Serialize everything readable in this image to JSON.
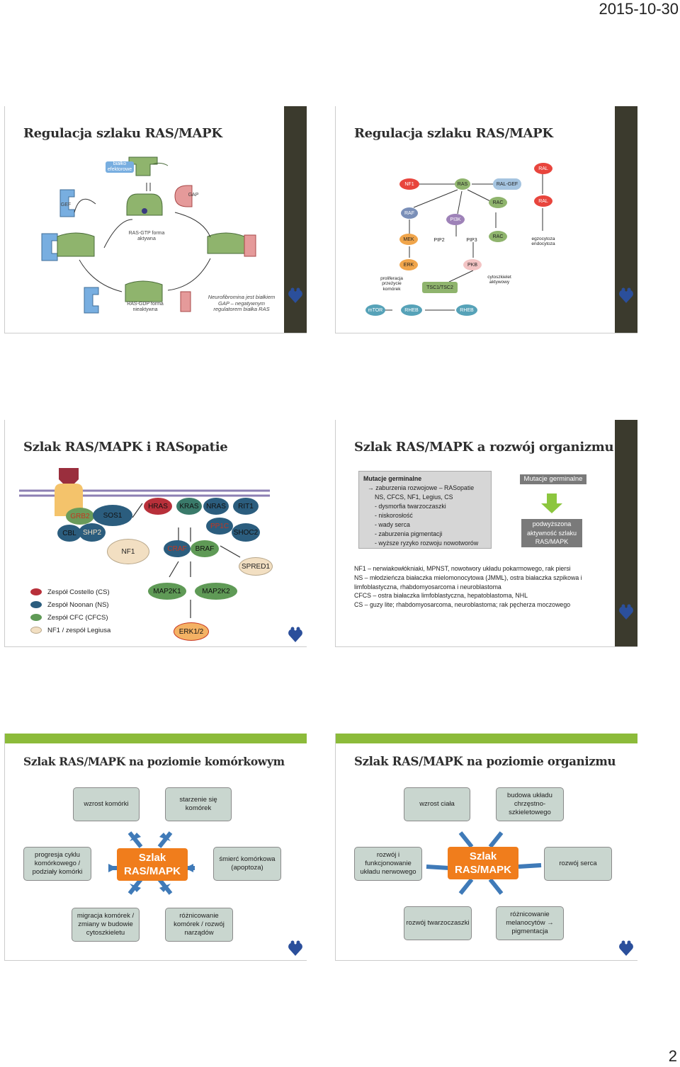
{
  "header": {
    "date": "2015-10-30"
  },
  "footer": {
    "page": "2"
  },
  "slides": {
    "s1": {
      "title": "Regulacja szlaku RAS/MAPK",
      "labels": {
        "effector": "białko efektorowe",
        "gap": "GAP",
        "gef": "GEF",
        "ras_gtp": "RAS-GTP forma aktywna",
        "ras_gdp": "RAS-GDP forma nieaktywna",
        "caption": "Neurofibromina jest białkiem GAP – negatywnym regulatorem białka RAS"
      }
    },
    "s2": {
      "title": "Regulacja szlaku RAS/MAPK",
      "nodes": {
        "nf1": "NF1",
        "ras": "RAS",
        "ral_gef": "RAL-GEF",
        "ral1": "RAL",
        "ral2": "RAL",
        "rac1": "RAC",
        "rac2": "RAC",
        "raf": "RAF",
        "pi3k": "PI3K",
        "mek": "MEK",
        "pip2": "PIP2",
        "pip3": "PIP3",
        "erk": "ERK",
        "pkb": "PKB",
        "tsc": "TSC1/TSC2",
        "mtor": "mTOR",
        "rheb1": "RHEB",
        "rheb2": "RHEB",
        "prolif": "proliferacja przeżycie komórek",
        "cyto": "cytoszkielet aktywowy",
        "endo": "egzocytoza endocytoza"
      }
    },
    "s3": {
      "title": "Szlak RAS/MAPK i RASopatie",
      "nodes": {
        "grb2": "GRB2",
        "sos1": "SOS1",
        "cbl": "CBL",
        "shp2": "SHP2",
        "nf1": "NF1",
        "hras": "HRAS",
        "kras": "KRAS",
        "nras": "NRAS",
        "rit1": "RIT1",
        "pp1c": "PP1C",
        "shoc2": "SHOC2",
        "craf": "CRAF",
        "braf": "BRAF",
        "spred1": "SPRED1",
        "map2k1": "MAP2K1",
        "map2k2": "MAP2K2",
        "erk12": "ERK1/2"
      },
      "legend": [
        {
          "label": "Zespół Costello (CS)",
          "color": "#b8303a"
        },
        {
          "label": "Zespół Noonan (NS)",
          "color": "#2b5d7e"
        },
        {
          "label": "Zespół CFC (CFCS)",
          "color": "#5f9a56"
        },
        {
          "label": "NF1 / zespół Legiusa",
          "color": "#f2dfc2"
        }
      ]
    },
    "s4": {
      "title": "Szlak RAS/MAPK a rozwój organizmu",
      "box_title": "Mutacje germinalne",
      "box_lines": [
        "→ zaburzenia rozwojowe – RASopatie",
        "NS, CFCS, NF1, Legius, CS",
        "- dysmorfia twarzoczaszki",
        "- niskorosłość",
        "- wady serca",
        "- zaburzenia pigmentacji",
        "- wyższe ryzyko rozwoju nowotworów"
      ],
      "tag": "Mutacje germinalne",
      "effect": "podwyższona aktywność szlaku RAS/MAPK",
      "notes": [
        "NF1 – nerwiakowłókniaki, MPNST, nowotwory układu pokarmowego, rak piersi",
        "NS – młodzieńcza białaczka mielomonocytowa (JMML), ostra białaczka szpikowa i limfoblastyczna, rhabdomyosarcoma i neuroblastoma",
        "CFCS – ostra białaczka limfoblastyczna, hepatoblastoma, NHL",
        "CS – guzy lite; rhabdomyosarcoma, neuroblastoma; rak pęcherza moczowego"
      ]
    },
    "s5": {
      "title": "Szlak RAS/MAPK na poziomie komórkowym",
      "center": "Szlak RAS/MAPK",
      "boxes": {
        "top_left": "wzrost komórki",
        "top_right": "starzenie się komórek",
        "mid_left": "progresja cyklu komórkowego / podziały komórki",
        "mid_right": "śmierć komórkowa (apoptoza)",
        "bot_left": "migracja komórek / zmiany w budowie cytoszkieletu",
        "bot_right": "różnicowanie komórek / rozwój narządów"
      }
    },
    "s6": {
      "title": "Szlak RAS/MAPK na poziomie organizmu",
      "center": "Szlak RAS/MAPK",
      "boxes": {
        "top_left": "wzrost ciała",
        "top_right": "budowa układu chrzęstno-szkieletowego",
        "mid_left": "rozwój i funkcjonowanie układu nerwowego",
        "mid_right": "rozwój serca",
        "bot_left": "rozwój twarzoczaszki",
        "bot_right": "różnicowanie melanocytów → pigmentacja"
      }
    }
  }
}
